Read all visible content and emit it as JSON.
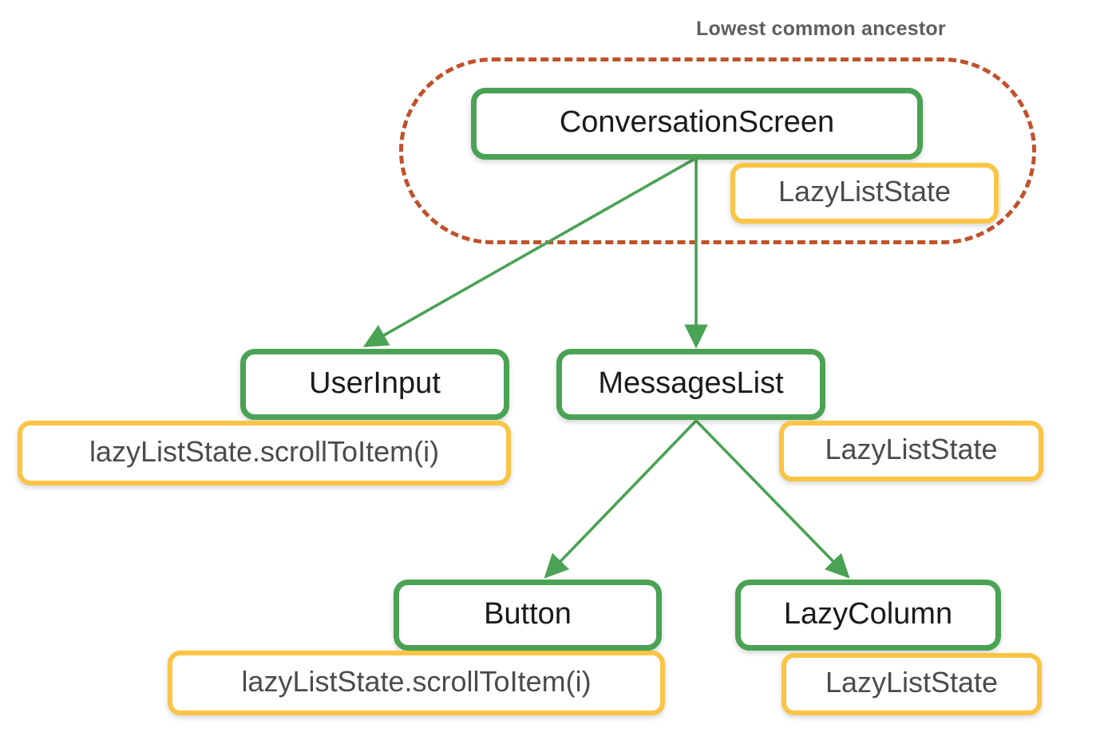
{
  "diagram": {
    "title_annotation": "Lowest common ancestor",
    "region": {
      "name": "lowest-common-ancestor-region",
      "style": "dashed",
      "color": "#c0522b"
    },
    "colors": {
      "composable_border": "#4aa254",
      "state_border": "#fac444",
      "edge": "#4aa254",
      "region_dash": "#c0522b",
      "title_text": "#5f5f5f",
      "node_text": "#1a1a1a",
      "state_text": "#4b4b4b",
      "background": "#ffffff"
    },
    "nodes": [
      {
        "id": "conversation-screen",
        "label": "ConversationScreen",
        "type": "composable"
      },
      {
        "id": "conversation-screen-state",
        "label": "LazyListState",
        "type": "state"
      },
      {
        "id": "user-input",
        "label": "UserInput",
        "type": "composable"
      },
      {
        "id": "user-input-state",
        "label": "lazyListState.scrollToItem(i)",
        "type": "state"
      },
      {
        "id": "messages-list",
        "label": "MessagesList",
        "type": "composable"
      },
      {
        "id": "messages-list-state",
        "label": "LazyListState",
        "type": "state"
      },
      {
        "id": "button",
        "label": "Button",
        "type": "composable"
      },
      {
        "id": "button-state",
        "label": "lazyListState.scrollToItem(i)",
        "type": "state"
      },
      {
        "id": "lazy-column",
        "label": "LazyColumn",
        "type": "composable"
      },
      {
        "id": "lazy-column-state",
        "label": "LazyListState",
        "type": "state"
      }
    ],
    "edges": [
      {
        "from": "conversation-screen",
        "to": "user-input"
      },
      {
        "from": "conversation-screen",
        "to": "messages-list"
      },
      {
        "from": "messages-list",
        "to": "button"
      },
      {
        "from": "messages-list",
        "to": "lazy-column"
      }
    ]
  }
}
